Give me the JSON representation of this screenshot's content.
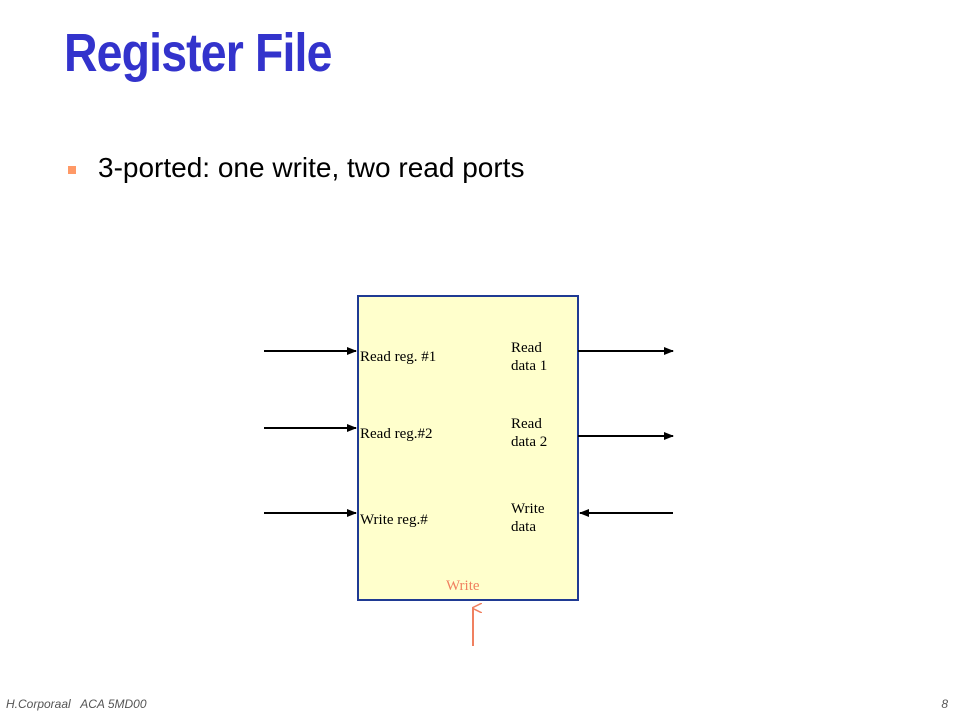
{
  "slide": {
    "title": "Register File",
    "bullets": [
      "3-ported: one write, two read ports"
    ]
  },
  "diagram": {
    "inputs": {
      "read_reg_1": "Read reg. #1",
      "read_reg_2": "Read reg.#2",
      "write_reg": "Write reg.#"
    },
    "outputs": {
      "read_data_1": [
        "Read",
        "data 1"
      ],
      "read_data_2": [
        "Read",
        "data 2"
      ],
      "write_data": [
        "Write",
        "data"
      ]
    },
    "control": "Write",
    "colors": {
      "box_fill": "#ffffcc",
      "box_border": "#1f3a93",
      "control": "#f08060",
      "title": "#3333cc",
      "bullet": "#ff9966"
    }
  },
  "footer": {
    "author": "H.Corporaal   ACA 5MD00",
    "page": "8"
  }
}
